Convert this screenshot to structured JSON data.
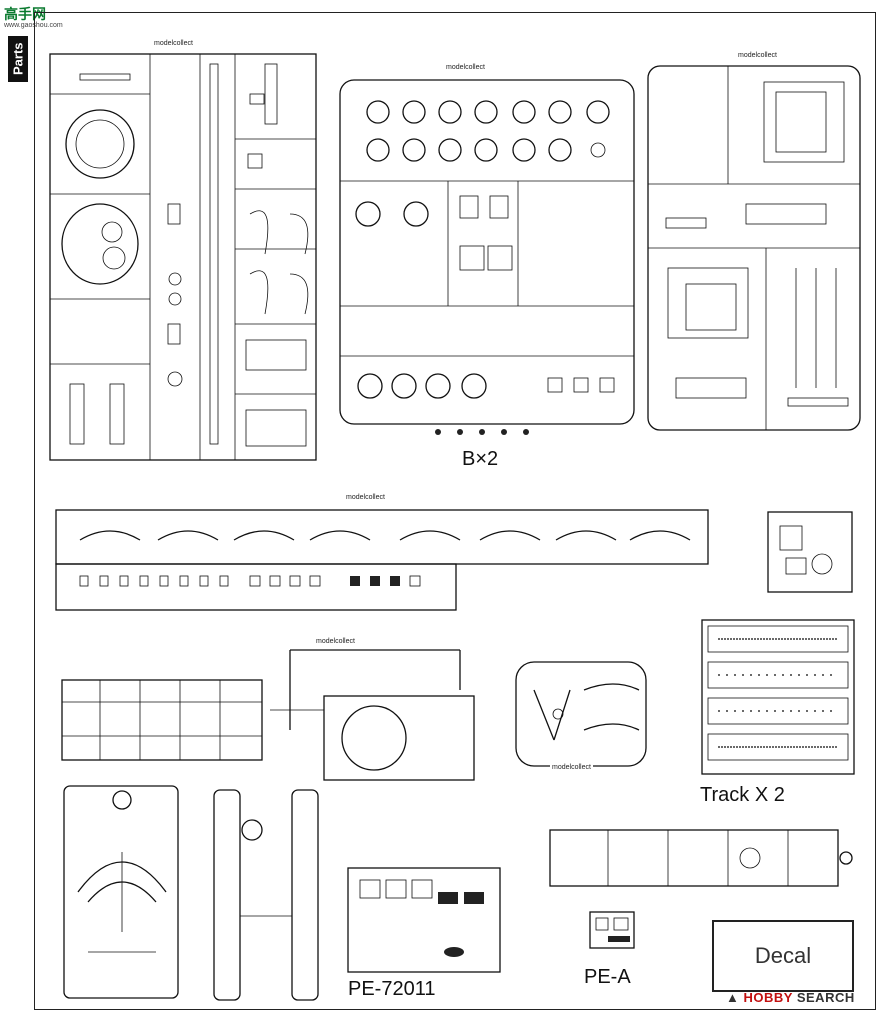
{
  "logo": {
    "brand": "高手网",
    "sub": "www.gaoshou.com"
  },
  "side_tab": "Parts",
  "labels": {
    "b_count": "B×2",
    "track": "Track X 2",
    "pe_set": "PE-72011",
    "pe_a": "PE-A",
    "decal": "Decal"
  },
  "sprue_tags": {
    "a": "modelcollect",
    "b": "modelcollect",
    "c": "modelcollect",
    "c2": "modelcollect",
    "e": "modelcollect",
    "k": "modelcollect"
  },
  "watermark": {
    "prefix": "▲",
    "brand": "HOBBY",
    "suffix": "SEARCH"
  }
}
